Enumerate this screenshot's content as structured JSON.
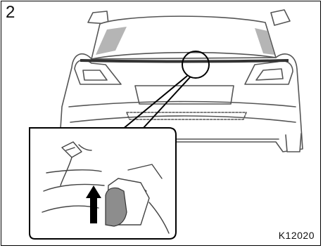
{
  "figure": {
    "number": "2",
    "code": "K12020"
  },
  "illustration": {
    "subject": "car-rear-view",
    "callout": "detail-inset",
    "arrow_direction": "up"
  }
}
